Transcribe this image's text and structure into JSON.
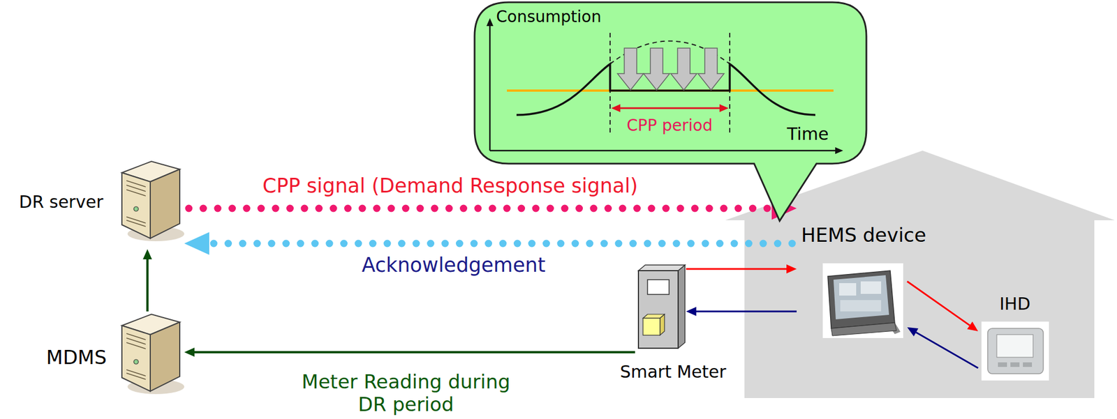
{
  "diagram": {
    "nodes": [
      {
        "text": [
          "Consumption",
          "CPP period",
          "Time"
        ]
      },
      {
        "text": [
          "DR server"
        ]
      },
      {
        "text": [
          "HEMS device"
        ]
      },
      {
        "text": [
          "IHD"
        ]
      },
      {
        "text": [
          "MDMS"
        ]
      },
      {
        "text": [
          "Smart Meter"
        ]
      }
    ],
    "edges": [
      {
        "from": 1,
        "to": 2,
        "arrow": "to",
        "label": "CPP signal (Demand Response signal)"
      },
      {
        "from": 2,
        "to": 1,
        "arrow": "to",
        "label": "Acknowledgement"
      },
      {
        "from": 5,
        "to": 2,
        "arrow": "to"
      },
      {
        "from": 2,
        "to": 5,
        "arrow": "to"
      },
      {
        "from": 2,
        "to": 3,
        "arrow": "to"
      },
      {
        "from": 3,
        "to": 2,
        "arrow": "to"
      },
      {
        "from": 4,
        "to": 1,
        "arrow": "to"
      },
      {
        "from": 5,
        "to": 4,
        "arrow": "to",
        "label": "Meter Reading during DR period"
      }
    ]
  }
}
